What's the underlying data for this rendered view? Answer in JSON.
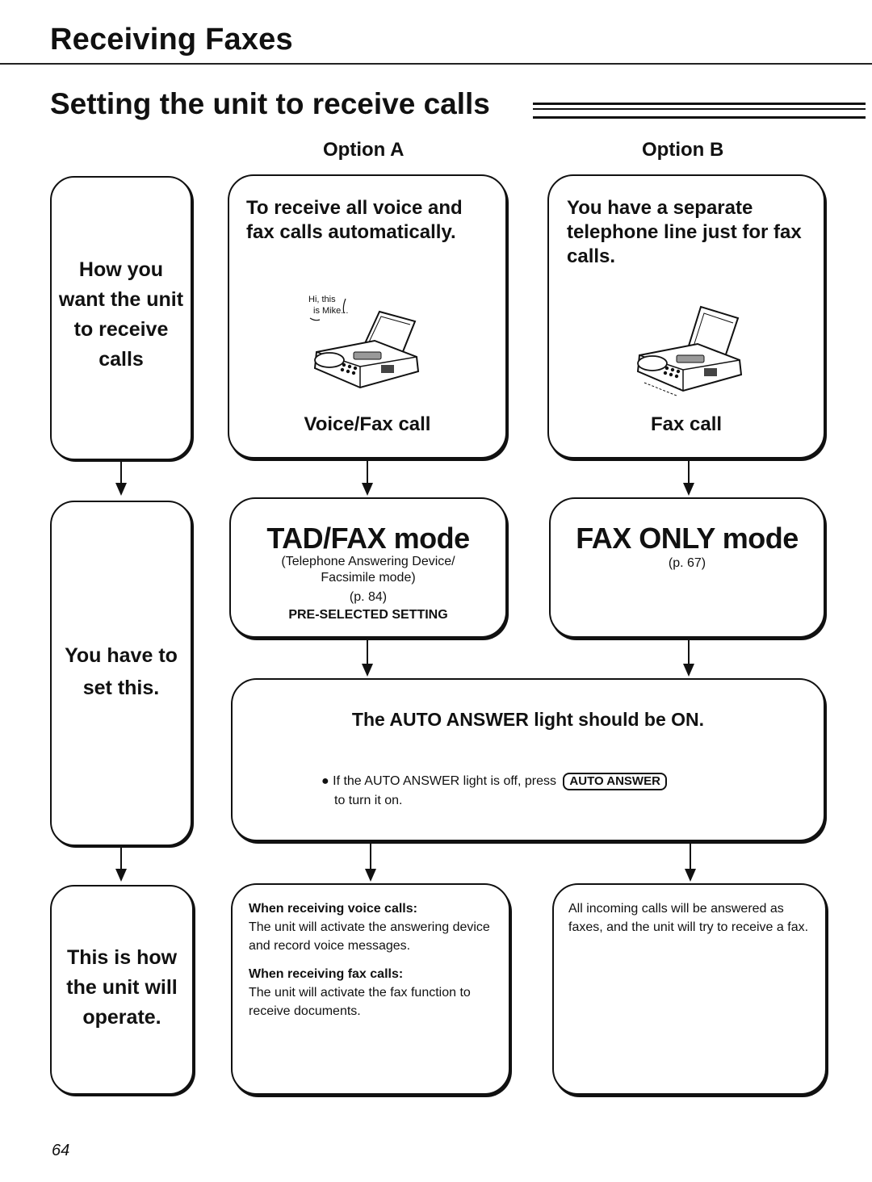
{
  "page": {
    "title": "Receiving Faxes",
    "section_title": "Setting the unit to receive calls",
    "page_number": "64"
  },
  "options": {
    "a": "Option A",
    "b": "Option B"
  },
  "left_labels": {
    "how": [
      "How you",
      "want the unit",
      "to receive",
      "calls"
    ],
    "set": [
      "You have to",
      "set this."
    ],
    "operate": [
      "This is how",
      "the unit will",
      "operate."
    ]
  },
  "option_a": {
    "description": "To receive all voice and fax calls automatically.",
    "speech": [
      "Hi, this",
      "is Mike..."
    ],
    "call_type": "Voice/Fax call",
    "mode_title": "TAD/FAX mode",
    "mode_sub1": "(Telephone Answering Device/",
    "mode_sub2": "Facsimile mode)",
    "mode_page": "(p. 84)",
    "preselected": "PRE-SELECTED SETTING",
    "voice_heading": "When receiving voice calls:",
    "voice_text": "The unit will activate the answering device and record voice messages.",
    "fax_heading": "When receiving fax calls:",
    "fax_text": "The unit will activate the fax function to receive documents."
  },
  "option_b": {
    "description": "You have a separate telephone line just for fax calls.",
    "call_type": "Fax call",
    "mode_title": "FAX ONLY mode",
    "mode_page": "(p. 67)",
    "operation_text": "All incoming calls will be answered as faxes, and the unit will try to receive a fax."
  },
  "auto_answer": {
    "heading": "The AUTO ANSWER light should be ON.",
    "note_prefix": "If the AUTO ANSWER light is off, press",
    "key_label": "AUTO ANSWER",
    "note_suffix": "to turn it on."
  },
  "icons": [
    "fax-machine-icon",
    "bullet-icon",
    "down-arrow-icon"
  ]
}
